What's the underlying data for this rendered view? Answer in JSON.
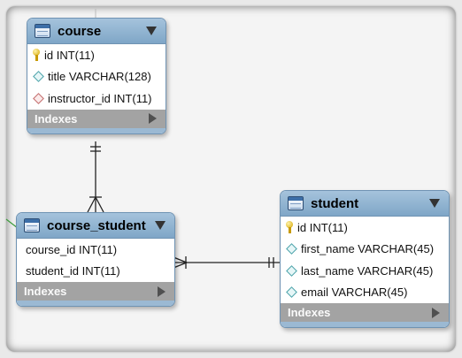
{
  "colors": {
    "header": "#8db0ce",
    "index_bar": "#a3a3a3",
    "line": "#222222"
  },
  "tables": {
    "course": {
      "name": "course",
      "columns": [
        {
          "label": "id INT(11)",
          "icon": "primary-key-icon"
        },
        {
          "label": "title VARCHAR(128)",
          "icon": "column-diamond-icon"
        },
        {
          "label": "instructor_id INT(11)",
          "icon": "foreign-key-diamond-icon"
        }
      ],
      "indexes_label": "Indexes"
    },
    "course_student": {
      "name": "course_student",
      "columns": [
        {
          "label": "course_id INT(11)"
        },
        {
          "label": "student_id INT(11)"
        }
      ],
      "indexes_label": "Indexes"
    },
    "student": {
      "name": "student",
      "columns": [
        {
          "label": "id INT(11)",
          "icon": "primary-key-icon"
        },
        {
          "label": "first_name VARCHAR(45)",
          "icon": "column-diamond-icon"
        },
        {
          "label": "last_name VARCHAR(45)",
          "icon": "column-diamond-icon"
        },
        {
          "label": "email VARCHAR(45)",
          "icon": "column-diamond-icon"
        }
      ],
      "indexes_label": "Indexes"
    }
  }
}
